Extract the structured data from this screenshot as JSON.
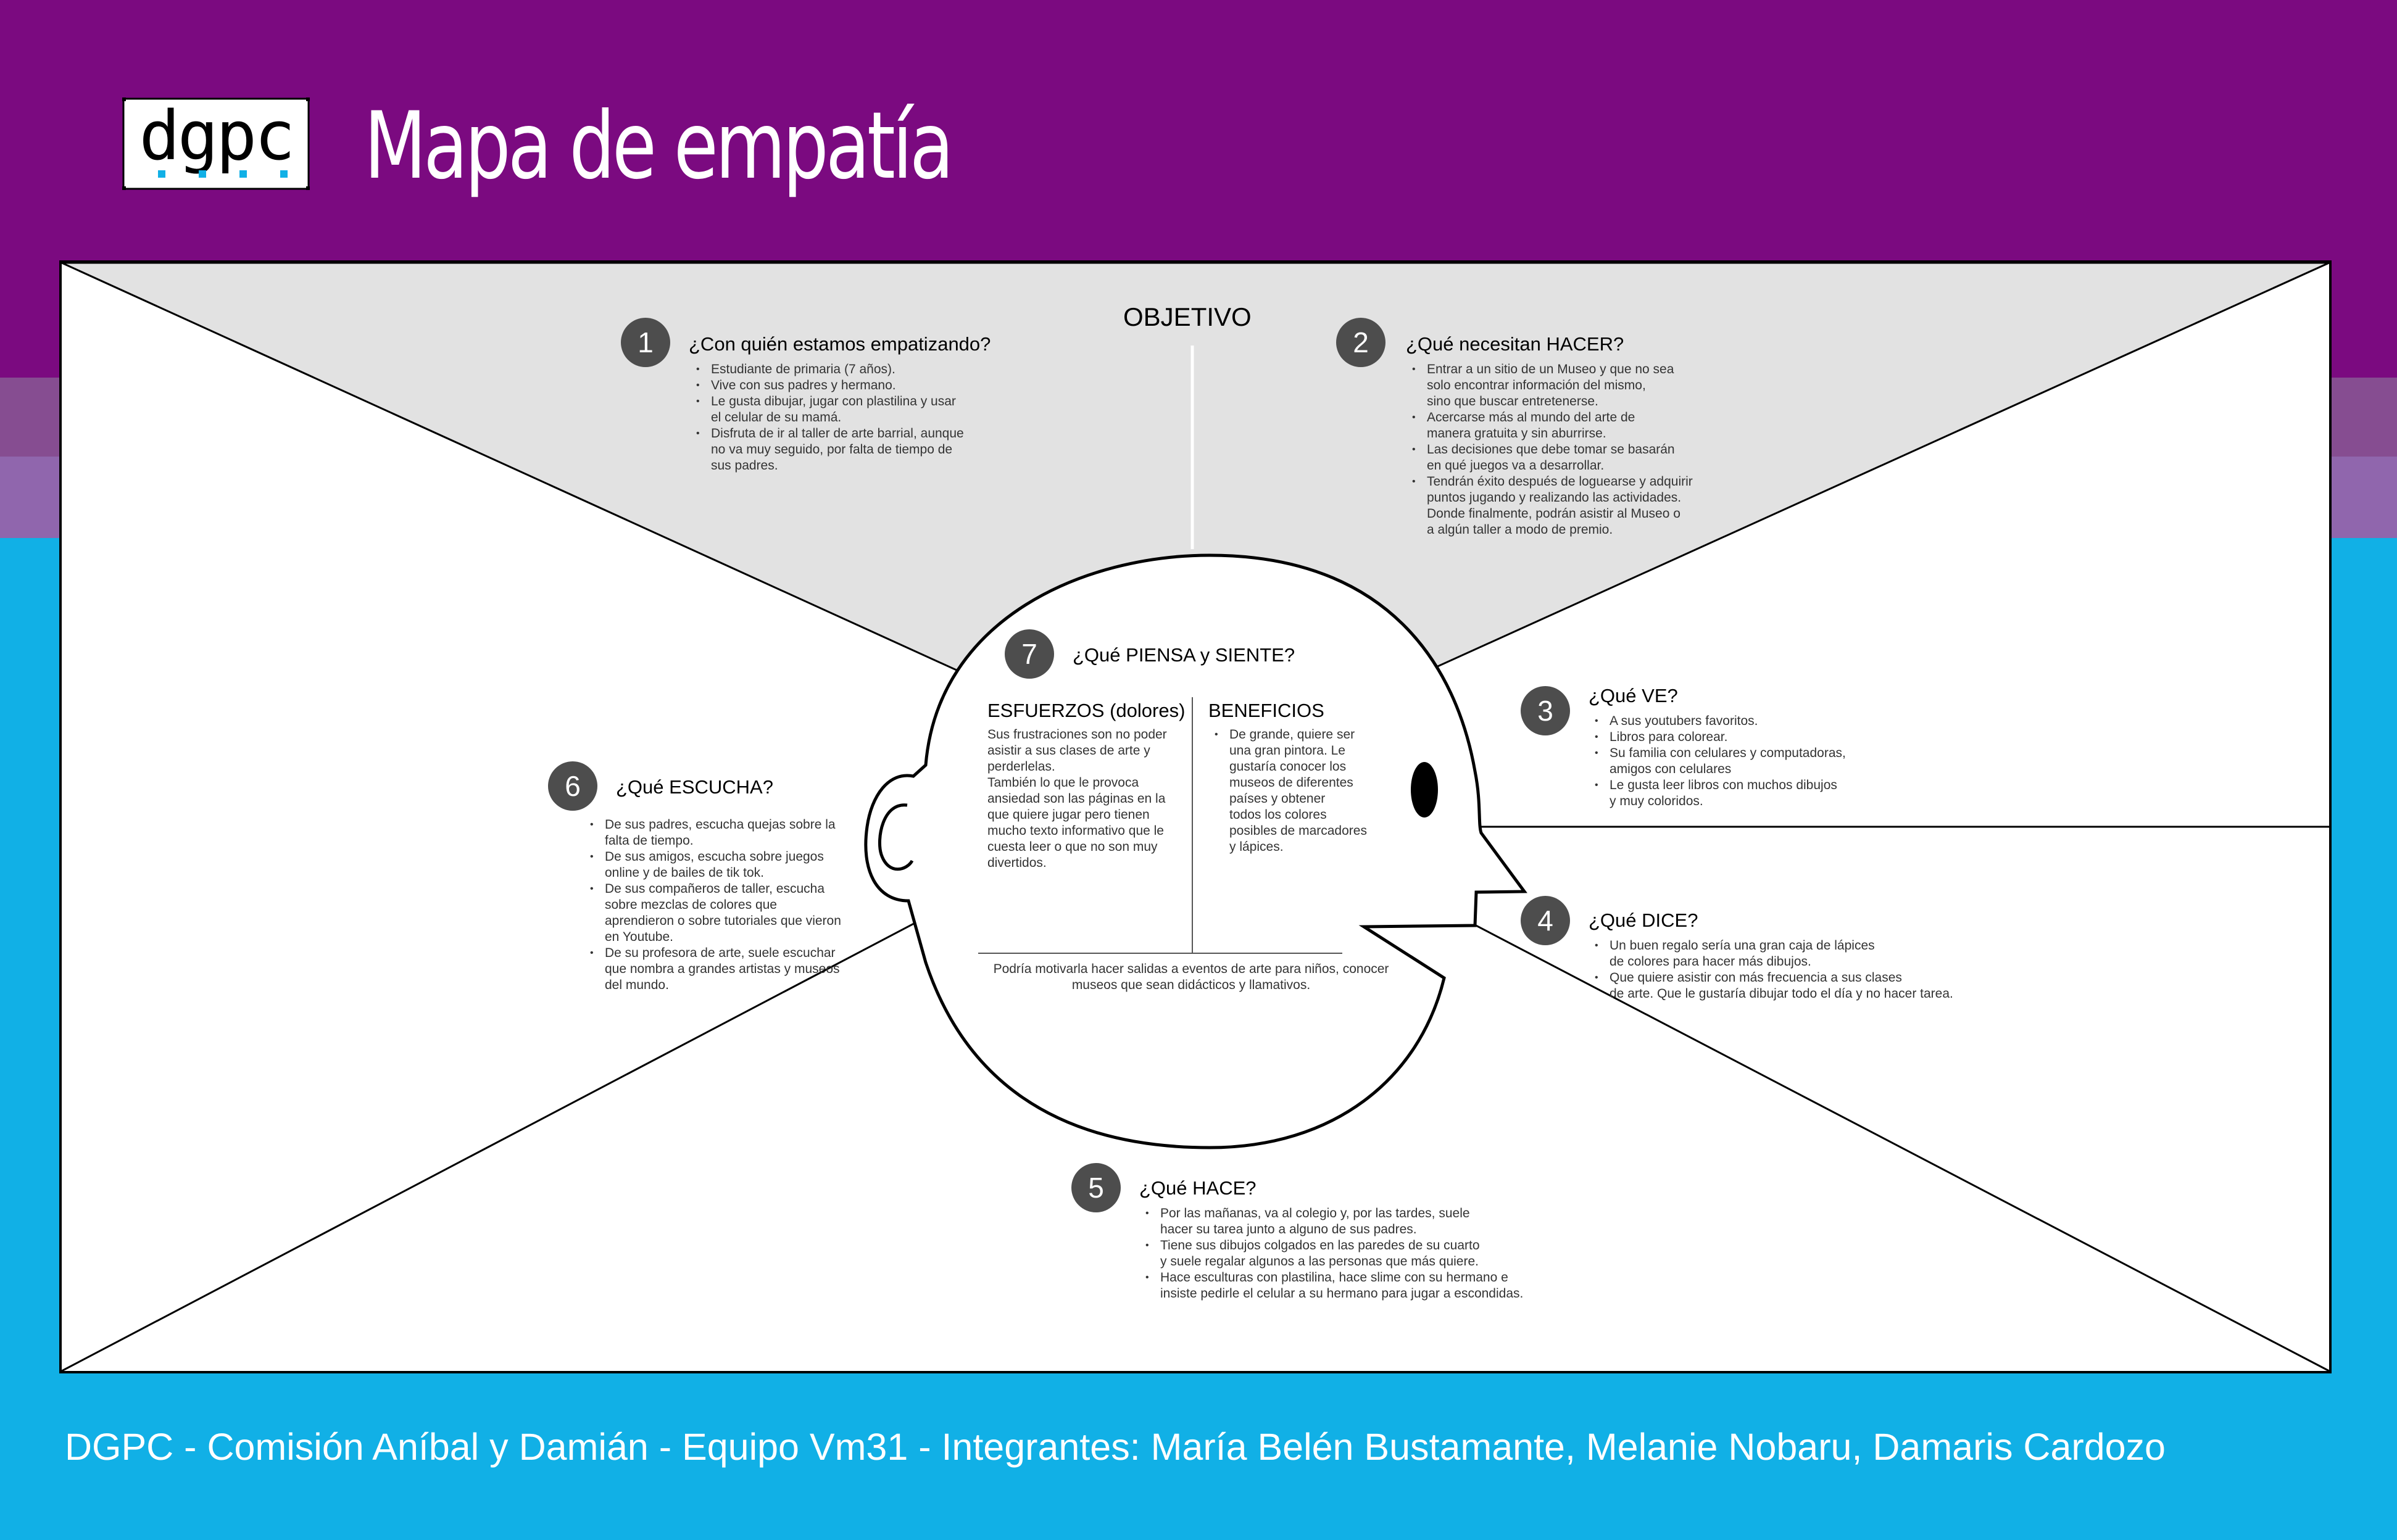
{
  "colors": {
    "purple": "#7b0a80",
    "band1": "#864d91",
    "band2": "#9066ad",
    "cyan": "#11b0e6",
    "top_triangle": "#e2e2e2",
    "badge": "#4d4d4d"
  },
  "header": {
    "logo_text": "dgpc",
    "title": "Mapa de empatía"
  },
  "map": {
    "objetivo": "OBJETIVO",
    "sections": [
      {
        "number": "1",
        "title": "¿Con quién estamos empatizando?",
        "items": [
          "Estudiante de primaria (7 años).",
          "Vive con sus padres y hermano.",
          "Le gusta dibujar, jugar con plastilina y usar\nel celular de su mamá.",
          "Disfruta de ir al taller de arte barrial, aunque\nno va muy seguido, por falta de tiempo de\nsus padres."
        ]
      },
      {
        "number": "2",
        "title": "¿Qué necesitan HACER?",
        "items": [
          "Entrar a un sitio de un Museo y que no sea\nsolo encontrar información del mismo,\nsino que buscar entretenerse.",
          "Acercarse más al mundo del arte de\nmanera gratuita y sin aburrirse.",
          "Las decisiones que debe tomar se basarán\nen qué juegos va a desarrollar.",
          "Tendrán éxito después de loguearse y adquirir\npuntos jugando y realizando las actividades.\nDonde finalmente, podrán asistir al Museo o\na algún taller a modo de premio."
        ]
      },
      {
        "number": "3",
        "title": "¿Qué VE?",
        "items": [
          "A sus youtubers favoritos.",
          "Libros para colorear.",
          "Su familia con celulares y computadoras,\namigos con celulares",
          "Le gusta leer libros con muchos dibujos\ny muy coloridos."
        ]
      },
      {
        "number": "4",
        "title": "¿Qué DICE?",
        "items": [
          "Un buen regalo sería una gran caja de lápices\nde colores para hacer más dibujos.",
          "Que quiere asistir con más frecuencia a sus clases\nde arte. Que le gustaría dibujar todo el día y no hacer tarea."
        ]
      },
      {
        "number": "5",
        "title": "¿Qué HACE?",
        "items": [
          "Por las mañanas, va al colegio y, por las tardes, suele\nhacer su tarea junto a alguno de sus padres.",
          "Tiene sus dibujos colgados en las paredes de su cuarto\ny suele regalar algunos a las personas que más quiere.",
          "Hace esculturas con plastilina, hace slime con su hermano e\ninsiste pedirle el celular a su hermano para jugar a escondidas."
        ]
      },
      {
        "number": "6",
        "title": "¿Qué ESCUCHA?",
        "items": [
          "De sus padres, escucha quejas sobre la\nfalta de tiempo.",
          "De sus amigos, escucha sobre juegos\nonline y de bailes de tik tok.",
          "De sus compañeros de taller, escucha\nsobre mezclas de colores que\naprendieron o sobre tutoriales que vieron\nen Youtube.",
          "De su profesora de arte, suele escuchar\nque nombra a grandes artistas y museos\ndel mundo."
        ]
      }
    ],
    "head": {
      "number": "7",
      "title": "¿Qué PIENSA y SIENTE?",
      "esfuerzos_title": "ESFUERZOS (dolores)",
      "esfuerzos_text": "Sus frustraciones son no poder\nasistir a sus clases de arte y\nperderlelas.\nTambién lo que le provoca\nansiedad son las páginas en la\nque quiere jugar pero tienen\nmucho texto informativo que le\ncuesta leer o que no son muy\ndivertidos.",
      "beneficios_title": "BENEFICIOS",
      "beneficios_items": [
        "De grande, quiere ser\nuna gran pintora. Le\ngustaría conocer los\nmuseos de diferentes\npaíses y obtener\ntodos los colores\nposibles de marcadores\ny lápices."
      ],
      "motivacion": "Podría motivarla hacer salidas a eventos de arte para niños, conocer\nmuseos que sean didácticos y llamativos."
    }
  },
  "footer": {
    "text": "DGPC - Comisión Aníbal y Damián - Equipo Vm31 - Integrantes: María Belén Bustamante, Melanie Nobaru, Damaris Cardozo"
  }
}
